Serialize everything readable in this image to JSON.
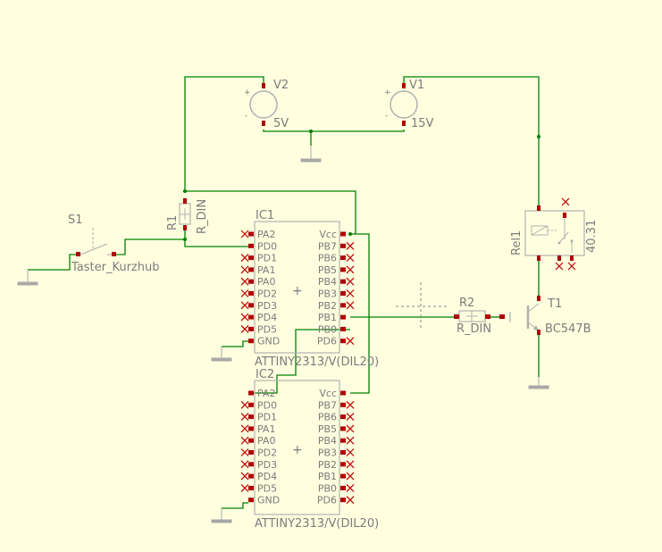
{
  "schematic": {
    "labels": {
      "v2_name": "V2",
      "v2_value": "5V",
      "v1_name": "V1",
      "v1_value": "15V",
      "r1_name": "R1",
      "r1_value": "R_DIN",
      "s1_name": "S1",
      "s1_value": "Taster_Kurzhub",
      "ic1_name": "IC1",
      "ic1_value": "ATTINY2313/V(DIL20)",
      "ic2_name": "IC2",
      "ic2_value": "ATTINY2313/V(DIL20)",
      "rel1_name": "Rel1",
      "rel1_value": "40.31",
      "r2_name": "R2",
      "r2_value": "R_DIN",
      "t1_name": "T1",
      "t1_value": "BC547B"
    },
    "ic_left_pins": [
      "PA2",
      "PD0",
      "PD1",
      "PA1",
      "PA0",
      "PD2",
      "PD3",
      "PD4",
      "PD5",
      "GND"
    ],
    "ic_right_pins": [
      "Vcc",
      "PB7",
      "PB6",
      "PB5",
      "PB4",
      "PB3",
      "PB2",
      "PB1",
      "PB0",
      "PD6"
    ],
    "colors": {
      "background": "#ffffe0",
      "wire": "#008000",
      "symbol": "#b0b0b0",
      "pin": "#b00000",
      "unconnected": "#c00000",
      "text": "#7b7b7b"
    }
  }
}
